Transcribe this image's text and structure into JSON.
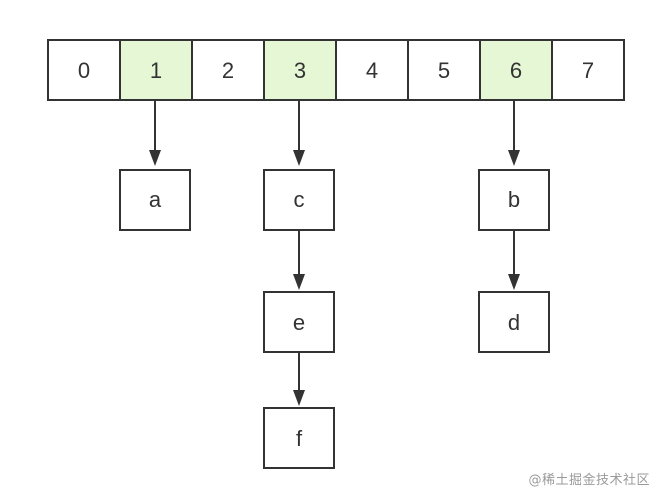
{
  "array": {
    "cells": [
      {
        "label": "0",
        "highlighted": false
      },
      {
        "label": "1",
        "highlighted": true
      },
      {
        "label": "2",
        "highlighted": false
      },
      {
        "label": "3",
        "highlighted": true
      },
      {
        "label": "4",
        "highlighted": false
      },
      {
        "label": "5",
        "highlighted": false
      },
      {
        "label": "6",
        "highlighted": true
      },
      {
        "label": "7",
        "highlighted": false
      }
    ]
  },
  "nodes": {
    "a": "a",
    "c": "c",
    "e": "e",
    "f": "f",
    "b": "b",
    "d": "d"
  },
  "links": [
    {
      "from": "cell-1",
      "to": "a"
    },
    {
      "from": "cell-3",
      "to": "c"
    },
    {
      "from": "c",
      "to": "e"
    },
    {
      "from": "e",
      "to": "f"
    },
    {
      "from": "cell-6",
      "to": "b"
    },
    {
      "from": "b",
      "to": "d"
    }
  ],
  "colors": {
    "highlight": "#e6f7d6",
    "cell": "#ffffff",
    "stroke": "#333333"
  },
  "watermark": "@稀土掘金技术社区"
}
